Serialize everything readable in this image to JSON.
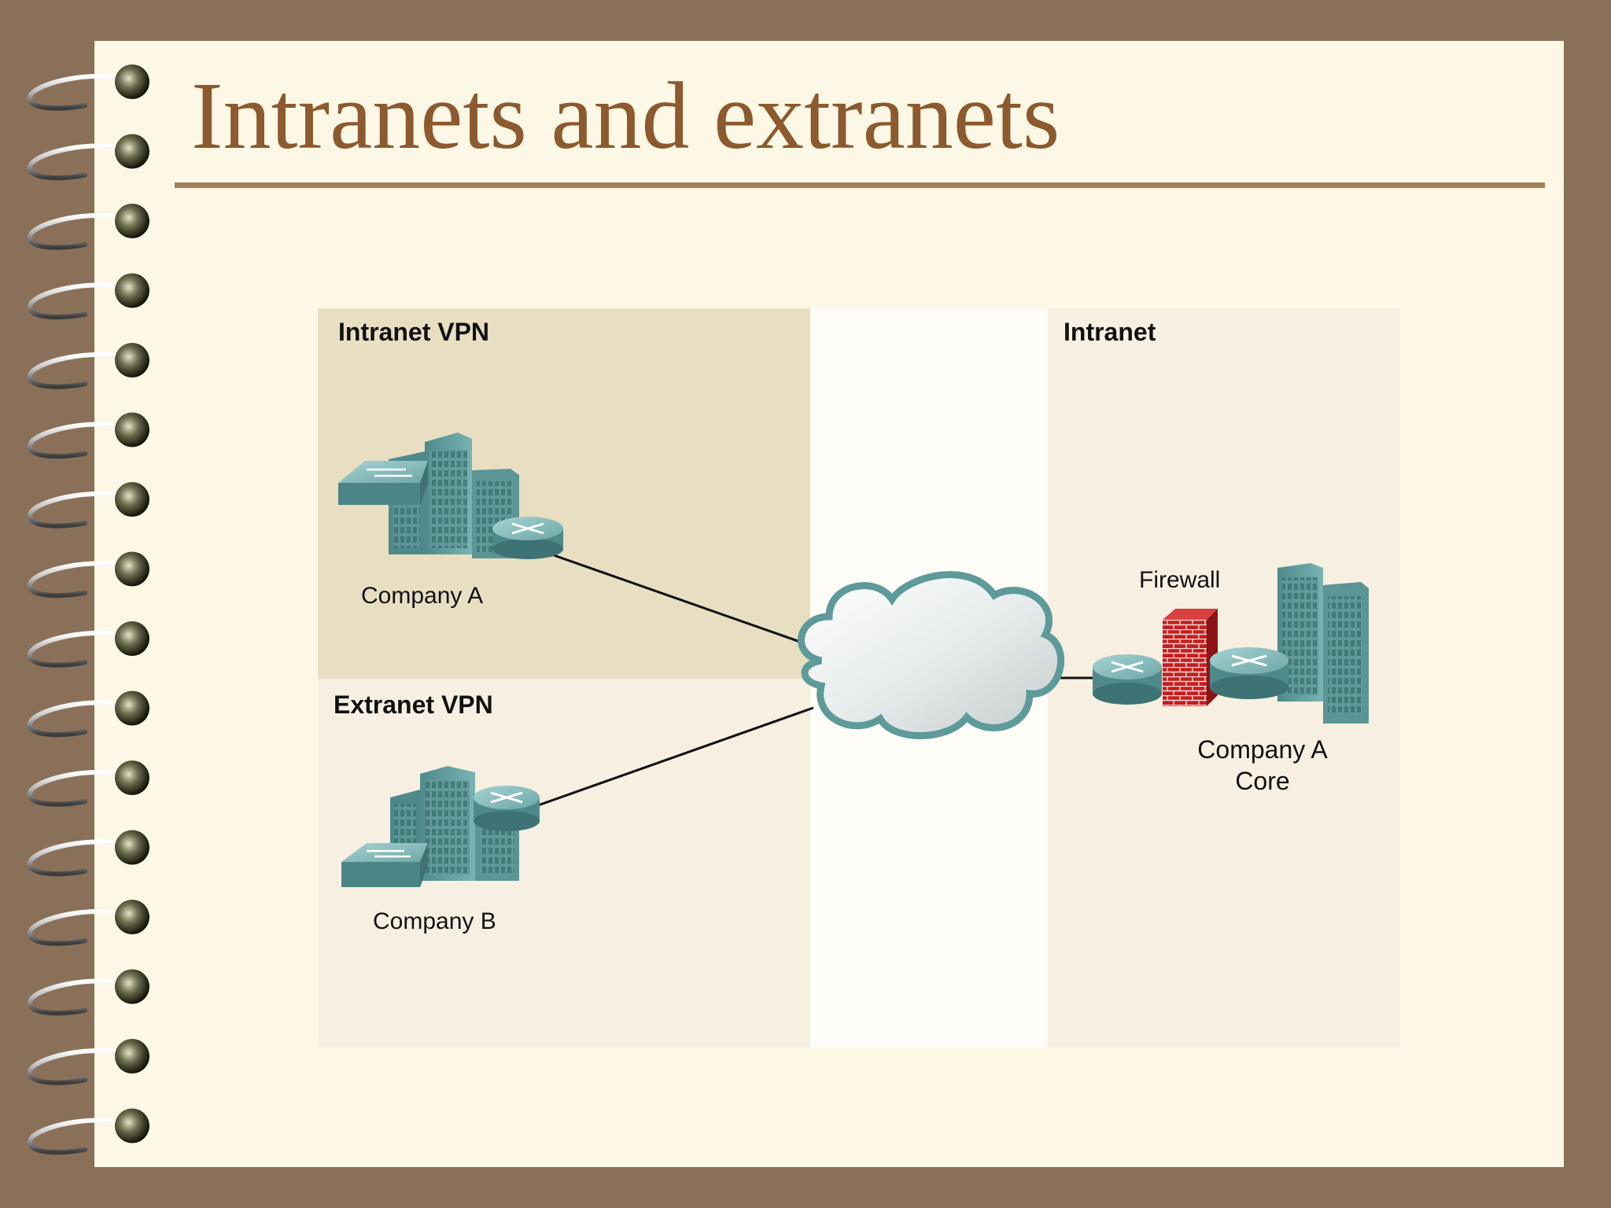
{
  "slide": {
    "title": "Intranets and extranets"
  },
  "diagram": {
    "regions": {
      "intranet_vpn": "Intranet VPN",
      "extranet_vpn": "Extranet VPN",
      "intranet": "Intranet"
    },
    "nodes": {
      "company_a": "Company A",
      "company_b": "Company B",
      "firewall": "Firewall",
      "core_line1": "Company A",
      "core_line2": "Core"
    },
    "colors": {
      "intranet_vpn_bg": "#e8dec2",
      "extranet_vpn_bg": "#f6efe2",
      "intranet_bg": "#f6efe2",
      "device_teal": "#5e9a9a",
      "firewall_red": "#c02020",
      "title_brown": "#8c5a2e"
    }
  }
}
